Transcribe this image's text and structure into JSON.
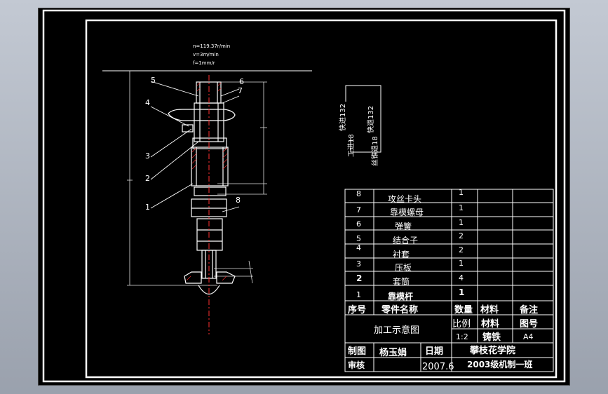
{
  "cutting_params": {
    "speed": "n=119.37r/min",
    "velocity": "v=3m/min",
    "feed": "f=1mm/r"
  },
  "callouts": [
    "5",
    "4",
    "3",
    "2",
    "1",
    "6",
    "7",
    "8"
  ],
  "feed_diagram": {
    "label_rapid_in": "快进132",
    "label_rapid_out": "快退132",
    "label_work_feed": "工进18",
    "label_tap_out": "丝锥退18"
  },
  "parts_table": {
    "rows": [
      {
        "no": "8",
        "name": "攻丝卡头",
        "qty": "1"
      },
      {
        "no": "7",
        "name": "靠模螺母",
        "qty": "1"
      },
      {
        "no": "6",
        "name": "弹簧",
        "qty": "1"
      },
      {
        "no": "5",
        "name": "结合子",
        "qty": "2"
      },
      {
        "no": "4",
        "name": "衬套",
        "qty": "2"
      },
      {
        "no": "3",
        "name": "压板",
        "qty": "1"
      },
      {
        "no": "2",
        "name": "套筒",
        "qty": "4"
      },
      {
        "no": "1",
        "name": "靠模杆",
        "qty": "1"
      }
    ],
    "header": {
      "no": "序号",
      "name": "零件名称",
      "qty": "数量",
      "material": "材料",
      "remark": "备注"
    }
  },
  "title_block": {
    "drawing_title": "加工示意图",
    "scale_label": "比例",
    "scale_value": "1:2",
    "material_label": "材料",
    "material_value": "铸铁",
    "drawing_no_label": "图号",
    "drawing_no_value": "A4",
    "drawn_label": "制图",
    "drawn_by": "杨玉娟",
    "date_label": "日期",
    "date_value": "2007.6",
    "check_label": "审核",
    "school": "攀枝花学院",
    "class_name": "2003级机制一班"
  },
  "colors": {
    "background": "#000000",
    "frame": "#ffffff",
    "centerline": "#ff3030",
    "hatch": "#ff3030",
    "dimension": "#e0e0e0"
  }
}
